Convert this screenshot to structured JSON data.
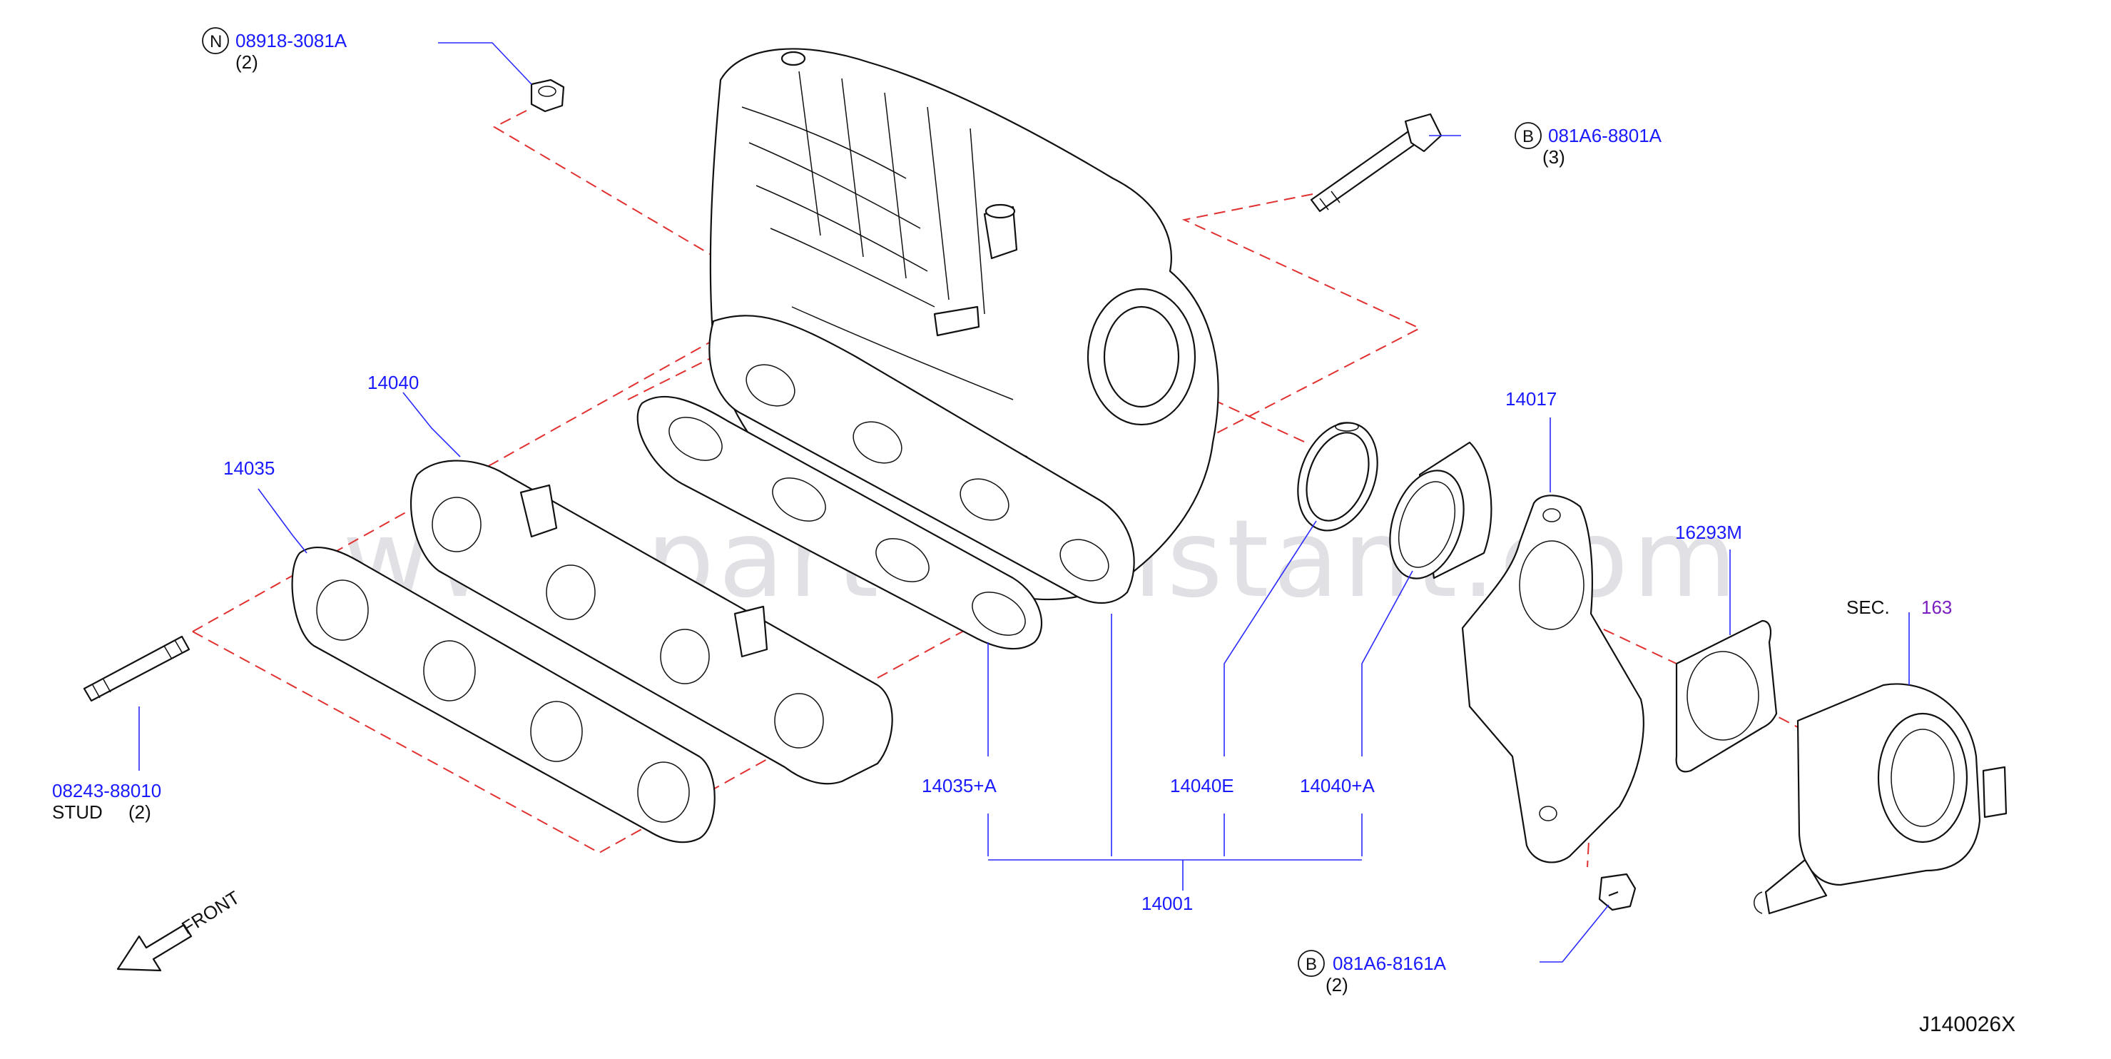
{
  "watermark": "www.partsassistant.com",
  "diagram_code": "J140026X",
  "front_label": "FRONT",
  "callouts": {
    "nut": {
      "prefix": "N",
      "part": "08918-3081A",
      "qty": "(2)"
    },
    "bolt_top": {
      "prefix": "B",
      "part": "081A6-8801A",
      "qty": "(3)"
    },
    "bolt_bottom": {
      "prefix": "B",
      "part": "081A6-8161A",
      "qty": "(2)"
    },
    "stud": {
      "part": "08243-88010",
      "name": "STUD",
      "qty": "(2)"
    },
    "p14040": "14040",
    "p14035": "14035",
    "p14017": "14017",
    "p16293M": "16293M",
    "sec_label": "SEC.",
    "sec_num": "163",
    "p14035A": "14035+A",
    "p14040E": "14040E",
    "p14040A": "14040+A",
    "p14001": "14001"
  },
  "colors": {
    "label": "#1a1aff",
    "leader": "#2a2aff",
    "dash": "#e23030",
    "section": "#7a1ec0"
  }
}
